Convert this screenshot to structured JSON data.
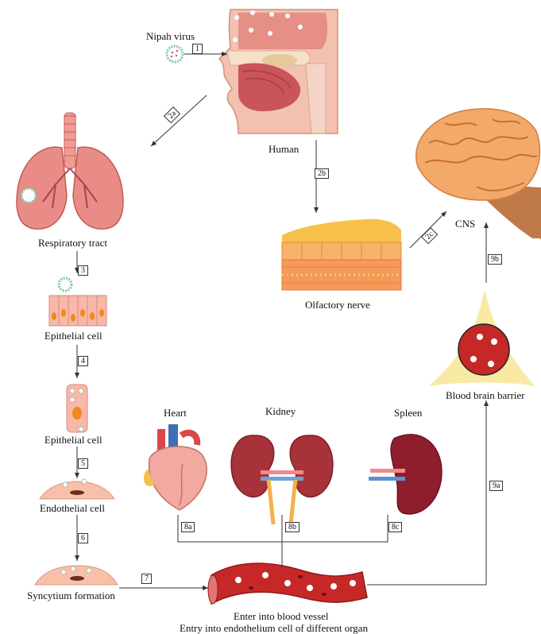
{
  "labels": {
    "nipah_virus": "Nipah virus",
    "human": "Human",
    "respiratory_tract": "Respiratory tract",
    "cns": "CNS",
    "olfactory_nerve": "Olfactory nerve",
    "epithelial_cell_1": "Epithelial cell",
    "epithelial_cell_2": "Epithelial cell",
    "endothelial_cell": "Endothelial cell",
    "syncytium": "Syncytium formation",
    "heart": "Heart",
    "kidney": "Kidney",
    "spleen": "Spleen",
    "bbb": "Blood brain barrier",
    "blood_vessel_1": "Enter into blood vessel",
    "blood_vessel_2": "Entry into endothelium cell of different organ"
  },
  "steps": {
    "s1": "1",
    "s2a": "2a",
    "s2b": "2b",
    "s2c": "2c",
    "s3": "3",
    "s4": "4",
    "s5": "5",
    "s6": "6",
    "s7": "7",
    "s8a": "8a",
    "s8b": "8b",
    "s8c": "8c",
    "s9a": "9a",
    "s9b": "9b"
  },
  "colors": {
    "flesh": "#f2b8a6",
    "tissue_red": "#c94a4a",
    "lung": "#e98b86",
    "brain": "#f2a96a",
    "blood": "#c62828",
    "virus_ring": "#7fc3a8",
    "fat_yellow": "#f5c84c"
  }
}
